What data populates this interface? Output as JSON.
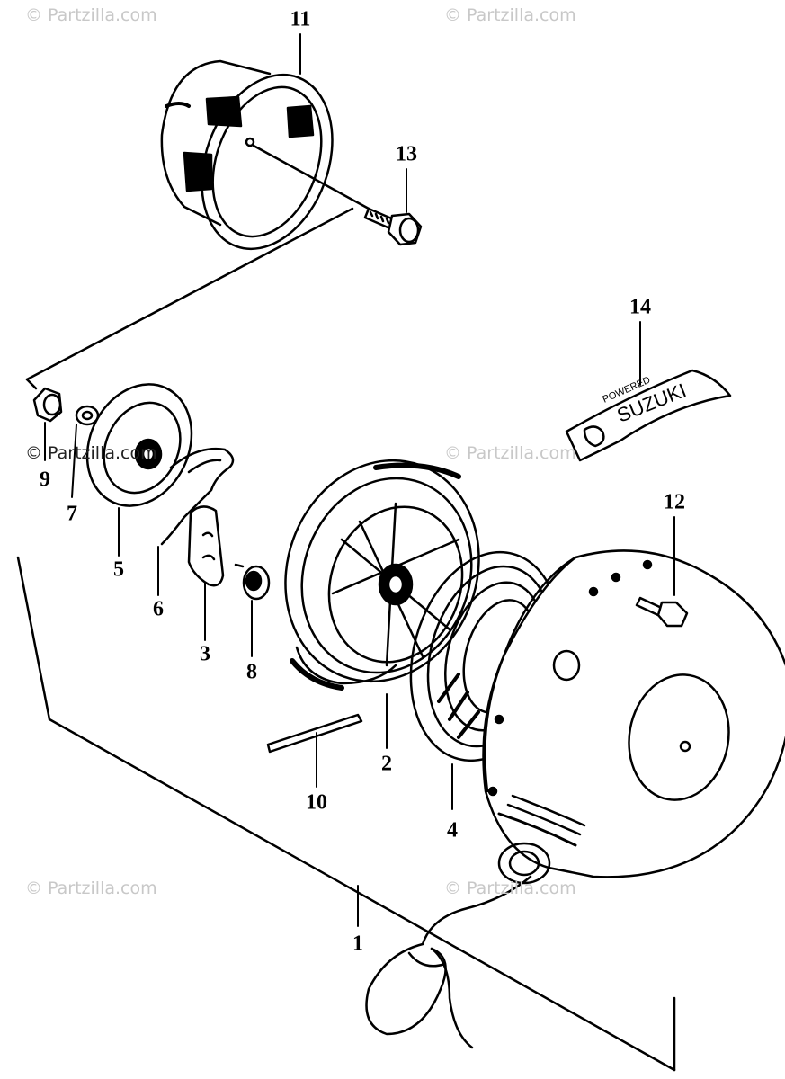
{
  "watermark": "© Partzilla.com",
  "parts": [
    {
      "id": "callout-1",
      "label": "1"
    },
    {
      "id": "callout-2",
      "label": "2"
    },
    {
      "id": "callout-3",
      "label": "3"
    },
    {
      "id": "callout-4",
      "label": "4"
    },
    {
      "id": "callout-5",
      "label": "5"
    },
    {
      "id": "callout-6",
      "label": "6"
    },
    {
      "id": "callout-7",
      "label": "7"
    },
    {
      "id": "callout-8",
      "label": "8"
    },
    {
      "id": "callout-9",
      "label": "9"
    },
    {
      "id": "callout-10",
      "label": "10"
    },
    {
      "id": "callout-11",
      "label": "11"
    },
    {
      "id": "callout-12",
      "label": "12"
    },
    {
      "id": "callout-13",
      "label": "13"
    },
    {
      "id": "callout-14",
      "label": "14"
    }
  ],
  "decal_text": {
    "line1": "POWERED",
    "line2": "SUZUKI"
  }
}
